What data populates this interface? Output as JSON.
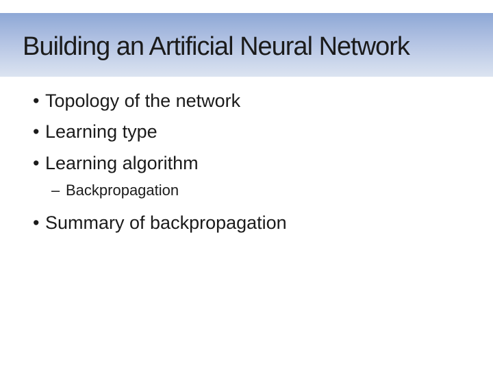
{
  "slide": {
    "title": "Building an Artificial Neural Network",
    "markers": {
      "level1": "•",
      "level2": "–"
    },
    "bullets": [
      {
        "level": 1,
        "text": "Topology of the network"
      },
      {
        "level": 1,
        "text": "Learning type"
      },
      {
        "level": 1,
        "text": "Learning algorithm"
      },
      {
        "level": 2,
        "text": "Backpropagation"
      },
      {
        "level": 1,
        "text": "Summary of backpropagation"
      }
    ],
    "colors": {
      "band_gradient_top": "#8ea8d6",
      "band_gradient_bottom": "#dce4f1",
      "text": "#1b1b1b",
      "background": "#ffffff"
    }
  }
}
